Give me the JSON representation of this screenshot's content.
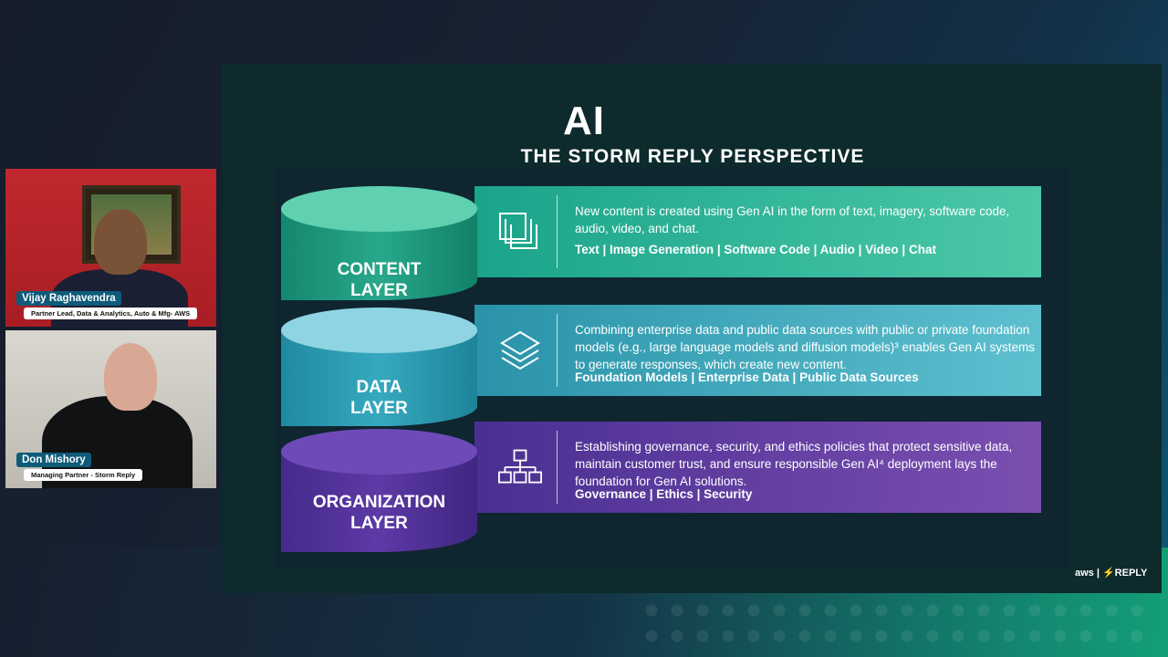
{
  "slide": {
    "title": "AI",
    "subtitle": "THE STORM REPLY PERSPECTIVE",
    "logo": "aws | ⚡REPLY"
  },
  "layers": [
    {
      "name_line1": "CONTENT",
      "name_line2": "LAYER",
      "icon": "stacked-pages-icon",
      "description": "New content is created using Gen AI in the form of text, imagery, software code, audio, video, and chat.",
      "tags": "Text  |  Image Generation  |  Software Code  |  Audio  |  Video  |  Chat",
      "color": "#2fb597"
    },
    {
      "name_line1": "DATA",
      "name_line2": "LAYER",
      "icon": "layers-icon",
      "description": "Combining enterprise data and public data sources with public or private foundation models (e.g., large language models and diffusion models)³ enables Gen AI systems to generate responses, which create new content.",
      "tags": "Foundation Models  |  Enterprise Data  |  Public Data Sources",
      "color": "#3fa8bd"
    },
    {
      "name_line1": "ORGANIZATION",
      "name_line2": "LAYER",
      "icon": "org-chart-icon",
      "description": "Establishing governance, security, and ethics policies that protect sensitive data, maintain customer trust, and ensure responsible Gen AI⁴ deployment lays the foundation for Gen AI solutions.",
      "tags": "Governance  |  Ethics  |  Security",
      "color": "#5e3ba6"
    }
  ],
  "participants": [
    {
      "name": "Vijay Raghavendra",
      "role": "Partner Lead, Data & Analytics, Auto & Mfg- AWS"
    },
    {
      "name": "Don Mishory",
      "role": "Managing Partner - Storm Reply"
    }
  ]
}
